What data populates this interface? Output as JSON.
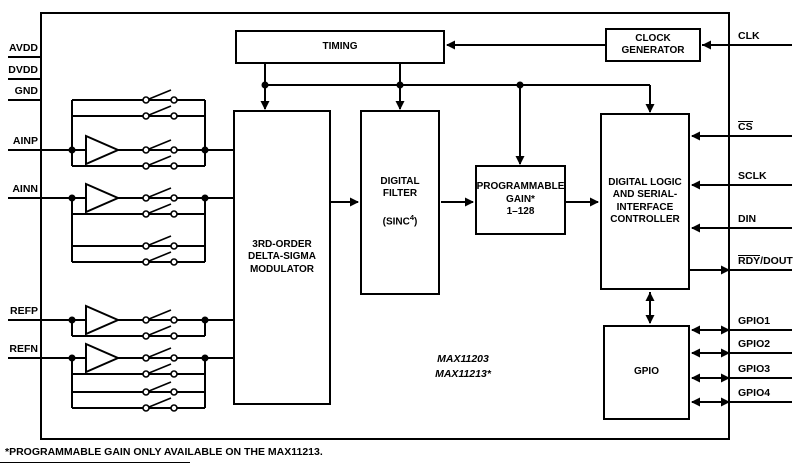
{
  "blocks": {
    "timing": {
      "label": "TIMING"
    },
    "clock_generator": {
      "label": "CLOCK GENERATOR"
    },
    "modulator": {
      "label": "3RD-ORDER\nDELTA-SIGMA\nMODULATOR"
    },
    "digital_filter": {
      "line1": "DIGITAL FILTER",
      "line2_pre": "(SINC",
      "line2_sup": "4",
      "line2_post": ")"
    },
    "programmable_gain": {
      "label": "PROGRAMMABLE\nGAIN*\n1–128"
    },
    "digital_logic": {
      "label": "DIGITAL LOGIC\nAND SERIAL-\nINTERFACE\nCONTROLLER"
    },
    "gpio": {
      "label": "GPIO"
    }
  },
  "pins": {
    "left": [
      {
        "id": "avdd",
        "label": "AVDD"
      },
      {
        "id": "dvdd",
        "label": "DVDD"
      },
      {
        "id": "gnd",
        "label": "GND"
      },
      {
        "id": "ainp",
        "label": "AINP"
      },
      {
        "id": "ainn",
        "label": "AINN"
      },
      {
        "id": "refp",
        "label": "REFP"
      },
      {
        "id": "refn",
        "label": "REFN"
      }
    ],
    "right": [
      {
        "id": "clk",
        "label": "CLK"
      },
      {
        "id": "cs",
        "bar": "CS",
        "label": ""
      },
      {
        "id": "sclk",
        "label": "SCLK"
      },
      {
        "id": "din",
        "label": "DIN"
      },
      {
        "id": "rdy-dout",
        "bar": "RDY",
        "label": "/DOUT"
      },
      {
        "id": "gpio1",
        "label": "GPIO1"
      },
      {
        "id": "gpio2",
        "label": "GPIO2"
      },
      {
        "id": "gpio3",
        "label": "GPIO3"
      },
      {
        "id": "gpio4",
        "label": "GPIO4"
      }
    ]
  },
  "annotations": {
    "part_numbers": "MAX11203\nMAX11213*",
    "footnote": "*PROGRAMMABLE GAIN ONLY AVAILABLE ON THE MAX11213."
  },
  "colors": {
    "line": "#000000",
    "background": "#ffffff"
  }
}
